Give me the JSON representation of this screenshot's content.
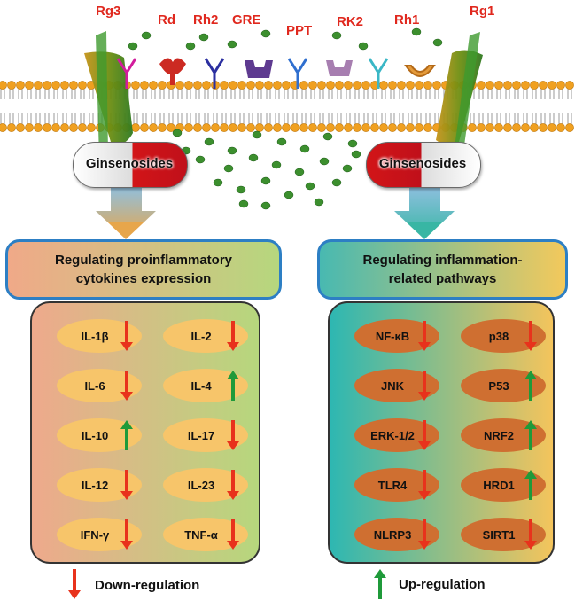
{
  "ligands": [
    "Rg3",
    "Rd",
    "Rh2",
    "GRE",
    "PPT",
    "RK2",
    "Rh1",
    "Rg1"
  ],
  "capsules": {
    "left": "Ginsenosides",
    "right": "Ginsenosides"
  },
  "left_panel": {
    "title_line1": "Regulating proinflammatory",
    "title_line2": "cytokines expression",
    "items": [
      {
        "label": "IL-1β",
        "dir": "down"
      },
      {
        "label": "IL-2",
        "dir": "down"
      },
      {
        "label": "IL-6",
        "dir": "down"
      },
      {
        "label": "IL-4",
        "dir": "up"
      },
      {
        "label": "IL-10",
        "dir": "up"
      },
      {
        "label": "IL-17",
        "dir": "down"
      },
      {
        "label": "IL-12",
        "dir": "down"
      },
      {
        "label": "IL-23",
        "dir": "down"
      },
      {
        "label": "IFN-γ",
        "dir": "down"
      },
      {
        "label": "TNF-α",
        "dir": "down"
      }
    ]
  },
  "right_panel": {
    "title_line1": "Regulating inflammation-",
    "title_line2": "related pathways",
    "items": [
      {
        "label": "NF-κB",
        "dir": "down"
      },
      {
        "label": "p38",
        "dir": "down"
      },
      {
        "label": "JNK",
        "dir": "down"
      },
      {
        "label": "P53",
        "dir": "up"
      },
      {
        "label": "ERK-1/2",
        "dir": "down"
      },
      {
        "label": "NRF2",
        "dir": "up"
      },
      {
        "label": "TLR4",
        "dir": "down"
      },
      {
        "label": "HRD1",
        "dir": "up"
      },
      {
        "label": "NLRP3",
        "dir": "down"
      },
      {
        "label": "SIRT1",
        "dir": "down"
      }
    ]
  },
  "legend": {
    "down": "Down-regulation",
    "up": "Up-regulation"
  },
  "colors": {
    "down_arrow": "#e8321c",
    "up_arrow": "#1f9a3a",
    "ligand_text": "#e0281e",
    "box_border": "#2d7fc4",
    "membrane": "#f0a020"
  }
}
